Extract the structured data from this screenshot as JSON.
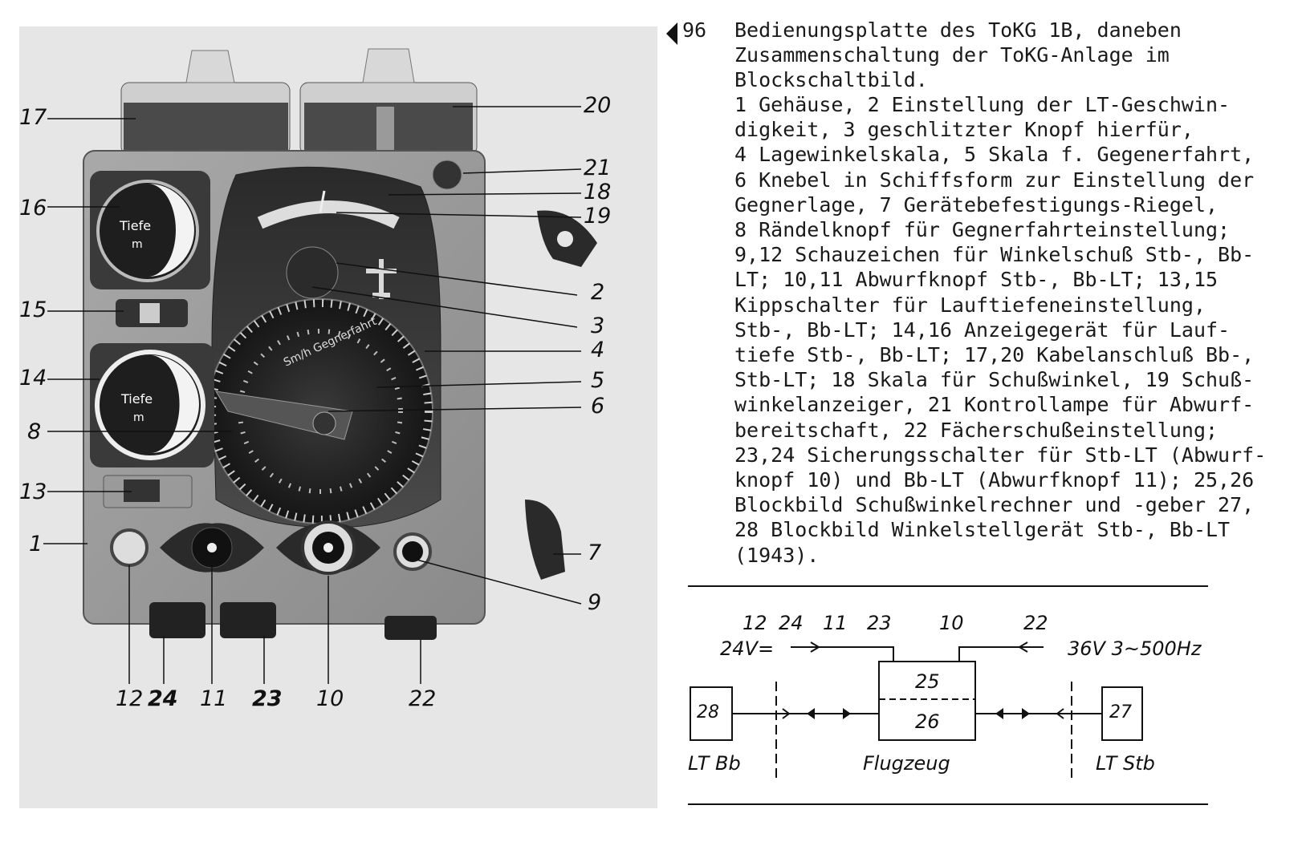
{
  "photo": {
    "callouts": [
      {
        "id": "17",
        "label": "17"
      },
      {
        "id": "20",
        "label": "20"
      },
      {
        "id": "21",
        "label": "21"
      },
      {
        "id": "18",
        "label": "18"
      },
      {
        "id": "16",
        "label": "16"
      },
      {
        "id": "19",
        "label": "19"
      },
      {
        "id": "2",
        "label": "2"
      },
      {
        "id": "15",
        "label": "15"
      },
      {
        "id": "3",
        "label": "3"
      },
      {
        "id": "4",
        "label": "4"
      },
      {
        "id": "14",
        "label": "14"
      },
      {
        "id": "5",
        "label": "5"
      },
      {
        "id": "6",
        "label": "6"
      },
      {
        "id": "8",
        "label": "8"
      },
      {
        "id": "13",
        "label": "13"
      },
      {
        "id": "1",
        "label": "1"
      },
      {
        "id": "7",
        "label": "7"
      },
      {
        "id": "9",
        "label": "9"
      },
      {
        "id": "12",
        "label": "12"
      },
      {
        "id": "24",
        "label": "24"
      },
      {
        "id": "11",
        "label": "11"
      },
      {
        "id": "23",
        "label": "23"
      },
      {
        "id": "10",
        "label": "10"
      },
      {
        "id": "22",
        "label": "22"
      }
    ],
    "gauge_label_top": "Tiefe",
    "gauge_unit_top": "m",
    "gauge_label_bottom": "Tiefe",
    "gauge_unit_bottom": "m",
    "dial_label": "Sm/h Gegnerfahrt"
  },
  "caption": {
    "figure_number": "96",
    "title": "Bedienungsplatte des ToKG 1B, daneben\nZusammenschaltung der ToKG-Anlage im\nBlockschaltbild.",
    "lines": [
      "1 Gehäuse, 2 Einstellung der LT-Geschwin-",
      "digkeit, 3 geschlitzter Knopf hierfür,",
      "4 Lagewinkelskala, 5 Skala f. Gegenerfahrt,",
      "6 Knebel in Schiffsform zur Einstellung der",
      "Gegnerlage, 7 Gerätebefestigungs-Riegel,",
      "8 Rändelknopf für Gegnerfahrteinstellung;",
      "9,12 Schauzeichen für Winkelschuß Stb-, Bb-",
      "LT; 10,11 Abwurfknopf Stb-, Bb-LT; 13,15",
      "Kippschalter für Lauftiefeneinstellung,",
      "Stb-, Bb-LT; 14,16 Anzeigegerät für Lauf-",
      "tiefe Stb-, Bb-LT; 17,20 Kabelanschluß Bb-,",
      "Stb-LT; 18 Skala für Schußwinkel, 19 Schuß-",
      "winkelanzeiger, 21 Kontrollampe für Abwurf-",
      "bereitschaft, 22 Fächerschußeinstellung;",
      "23,24 Sicherungsschalter für Stb-LT (Abwurf-",
      "knopf 10) und Bb-LT (Abwurfknopf 11); 25,26",
      "Blockbild Schußwinkelrechner und -geber 27,",
      "28 Blockbild Winkelstellgerät Stb-, Bb-LT",
      "(1943)."
    ]
  },
  "diagram": {
    "top_numbers": [
      "12",
      "24",
      "11",
      "23",
      "10",
      "22"
    ],
    "supply_left": "24V=",
    "supply_right": "36V 3~500Hz",
    "box_25": "25",
    "box_26": "26",
    "box_27": "27",
    "box_28": "28",
    "label_lt_bb": "LT Bb",
    "label_flugzeug": "Flugzeug",
    "label_lt_stb": "LT Stb"
  }
}
